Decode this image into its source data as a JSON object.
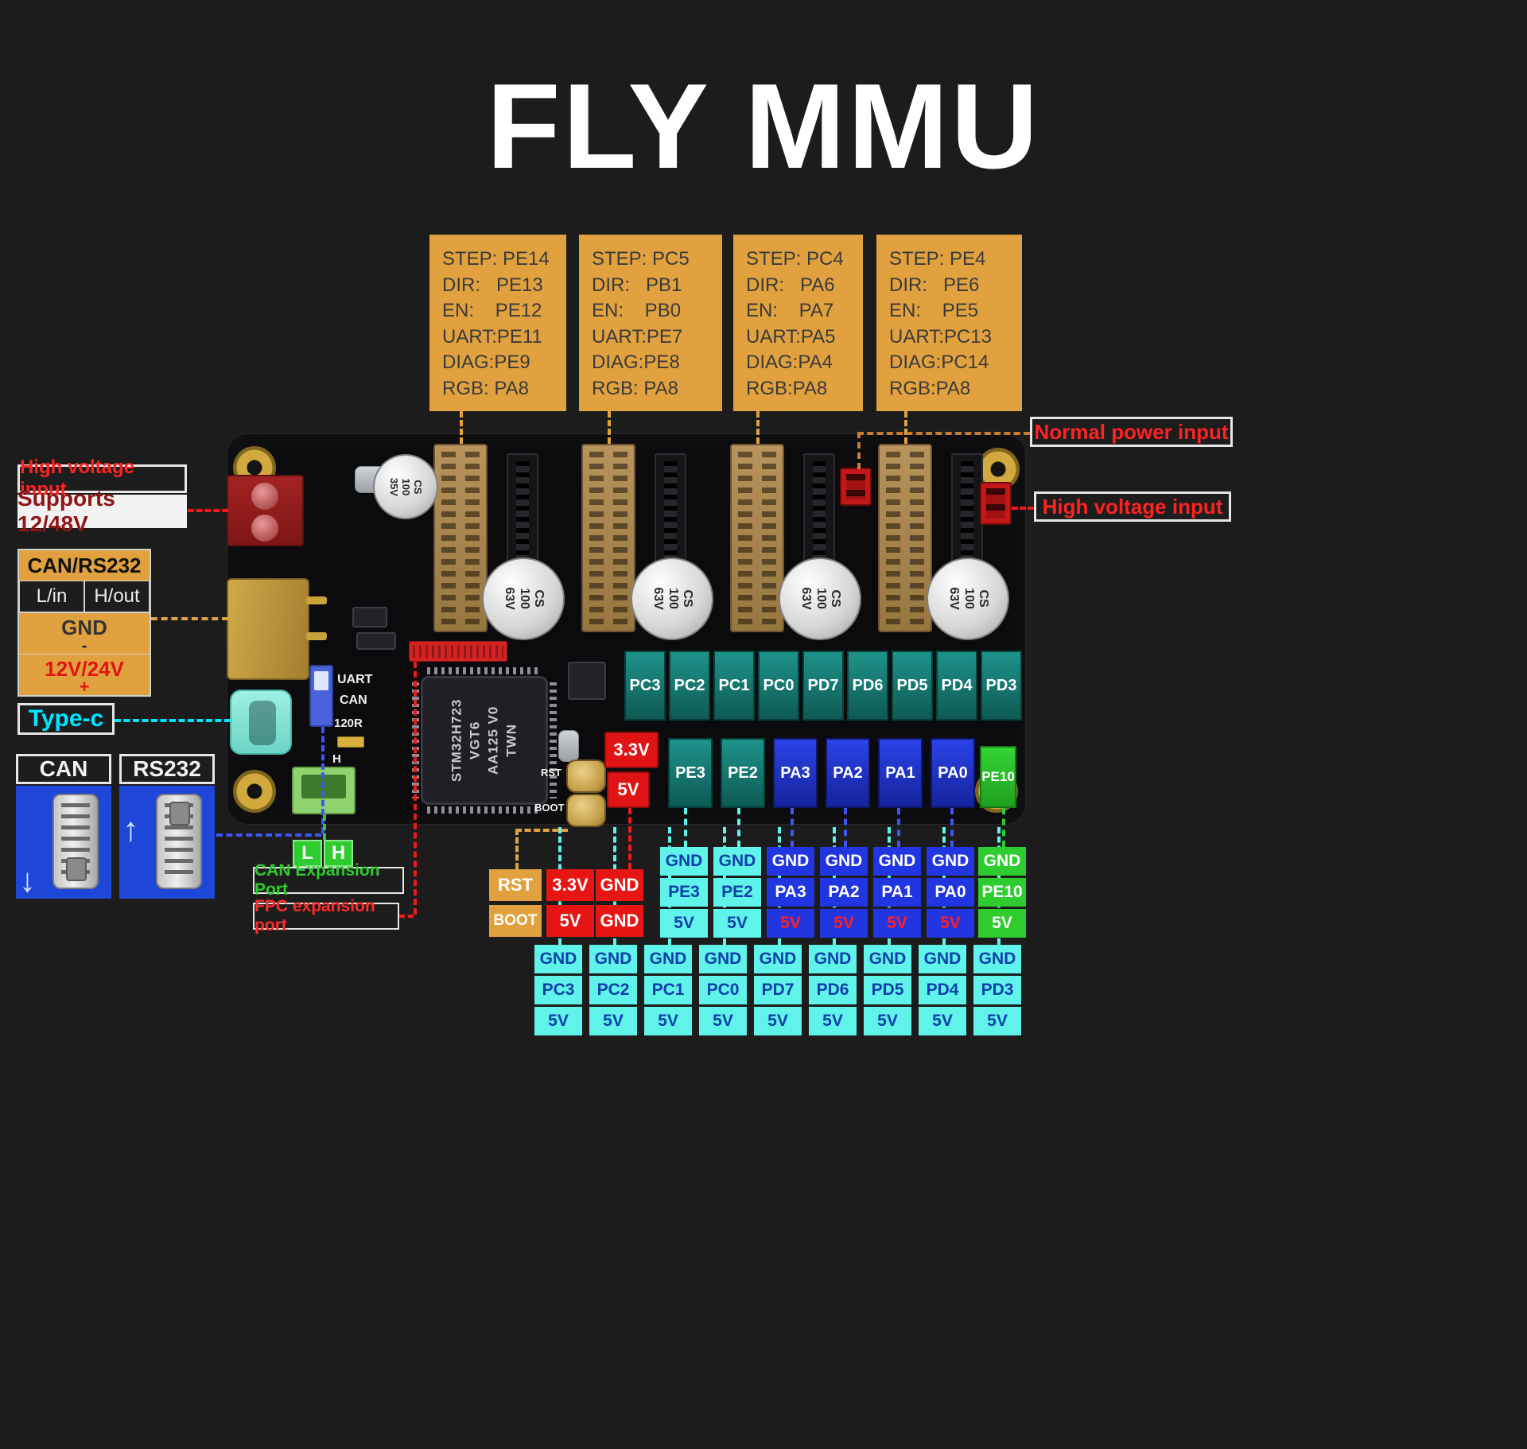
{
  "title": "FLY MMU",
  "driver_pinouts": [
    {
      "lines": [
        "STEP: PE14",
        "DIR:   PE13",
        "EN:    PE12",
        "UART:PE11",
        "DIAG:PE9",
        "RGB: PA8"
      ]
    },
    {
      "lines": [
        "STEP: PC5",
        "DIR:   PB1",
        "EN:    PB0",
        "UART:PE7",
        "DIAG:PE8",
        "RGB: PA8"
      ]
    },
    {
      "lines": [
        "STEP: PC4",
        "DIR:   PA6",
        "EN:    PA7",
        "UART:PA5",
        "DIAG:PA4",
        "RGB:PA8"
      ]
    },
    {
      "lines": [
        "STEP: PE4",
        "DIR:   PE6",
        "EN:    PE5",
        "UART:PC13",
        "DIAG:PC14",
        "RGB:PA8"
      ]
    }
  ],
  "callouts": {
    "normal_power": "Normal power input",
    "high_voltage_right": "High voltage input",
    "high_voltage_left": "High voltage input",
    "supports": "Supports 12/48V",
    "type_c": "Type-c",
    "can": "CAN",
    "rs232": "RS232",
    "can_expansion": "CAN Expansion Port",
    "fpc_expansion": "FPC expansion port",
    "l": "L",
    "h": "H"
  },
  "can_rs232_table": {
    "header": "CAN/RS232",
    "l_in": "L/in",
    "h_out": "H/out",
    "gnd": "GND",
    "minus": "-",
    "v1224": "12V/24V",
    "plus": "+"
  },
  "board": {
    "row1_labels": [
      "PC3",
      "PC2",
      "PC1",
      "PC0",
      "PD7",
      "PD6",
      "PD5",
      "PD4",
      "PD3"
    ],
    "row2": [
      {
        "label": "PE3",
        "group": "teal"
      },
      {
        "label": "PE2",
        "group": "teal"
      },
      {
        "label": "PA3",
        "group": "blue"
      },
      {
        "label": "PA2",
        "group": "blue"
      },
      {
        "label": "PA1",
        "group": "blue"
      },
      {
        "label": "PA0",
        "group": "blue"
      },
      {
        "label": "PE10",
        "group": "green"
      }
    ],
    "silk": {
      "uart": "UART",
      "can": "CAN",
      "r120": "120R",
      "h": "H",
      "rst": "RST",
      "boot": "BOOT",
      "v33": "3.3V",
      "v5": "5V"
    },
    "chip": {
      "lines": [
        "STM32H723",
        "VGT6",
        "AA125 V0",
        "TWN"
      ]
    },
    "capacitors": [
      {
        "lines": [
          "CS",
          "100",
          "35V"
        ]
      },
      {
        "lines": [
          "CS",
          "100",
          "63V"
        ]
      },
      {
        "lines": [
          "CS",
          "100",
          "63V"
        ]
      },
      {
        "lines": [
          "CS",
          "100",
          "63V"
        ]
      },
      {
        "lines": [
          "CS",
          "100",
          "63V"
        ]
      }
    ]
  },
  "reset_table": {
    "rst": "RST",
    "v33": "3.3V",
    "gnd1": "GND",
    "boot": "BOOT",
    "v5": "5V",
    "gnd2": "GND"
  },
  "pin_tables": {
    "mid": [
      {
        "cells": [
          "GND",
          "PE3",
          "5V"
        ],
        "group": "cyan"
      },
      {
        "cells": [
          "GND",
          "PE2",
          "5V"
        ],
        "group": "cyan"
      },
      {
        "cells": [
          "GND",
          "PA3",
          "5V"
        ],
        "group": "blue"
      },
      {
        "cells": [
          "GND",
          "PA2",
          "5V"
        ],
        "group": "blue"
      },
      {
        "cells": [
          "GND",
          "PA1",
          "5V"
        ],
        "group": "blue"
      },
      {
        "cells": [
          "GND",
          "PA0",
          "5V"
        ],
        "group": "blue"
      },
      {
        "cells": [
          "GND",
          "PE10",
          "5V"
        ],
        "group": "green"
      }
    ],
    "bottom": [
      {
        "cells": [
          "GND",
          "PC3",
          "5V"
        ]
      },
      {
        "cells": [
          "GND",
          "PC2",
          "5V"
        ]
      },
      {
        "cells": [
          "GND",
          "PC1",
          "5V"
        ]
      },
      {
        "cells": [
          "GND",
          "PC0",
          "5V"
        ]
      },
      {
        "cells": [
          "GND",
          "PD7",
          "5V"
        ]
      },
      {
        "cells": [
          "GND",
          "PD6",
          "5V"
        ]
      },
      {
        "cells": [
          "GND",
          "PD5",
          "5V"
        ]
      },
      {
        "cells": [
          "GND",
          "PD4",
          "5V"
        ]
      },
      {
        "cells": [
          "GND",
          "PD3",
          "5V"
        ]
      }
    ]
  },
  "icons": {
    "down_arrow": "↓",
    "up_arrow": "↑"
  },
  "colors": {
    "background": "#1c1c1d",
    "orange": "#E2A13F",
    "red": "#E81515",
    "cyan": "#00E5FF",
    "cell_cyan": "#5FF3E9",
    "blue": "#2135E0",
    "green": "#2ECC2E"
  }
}
